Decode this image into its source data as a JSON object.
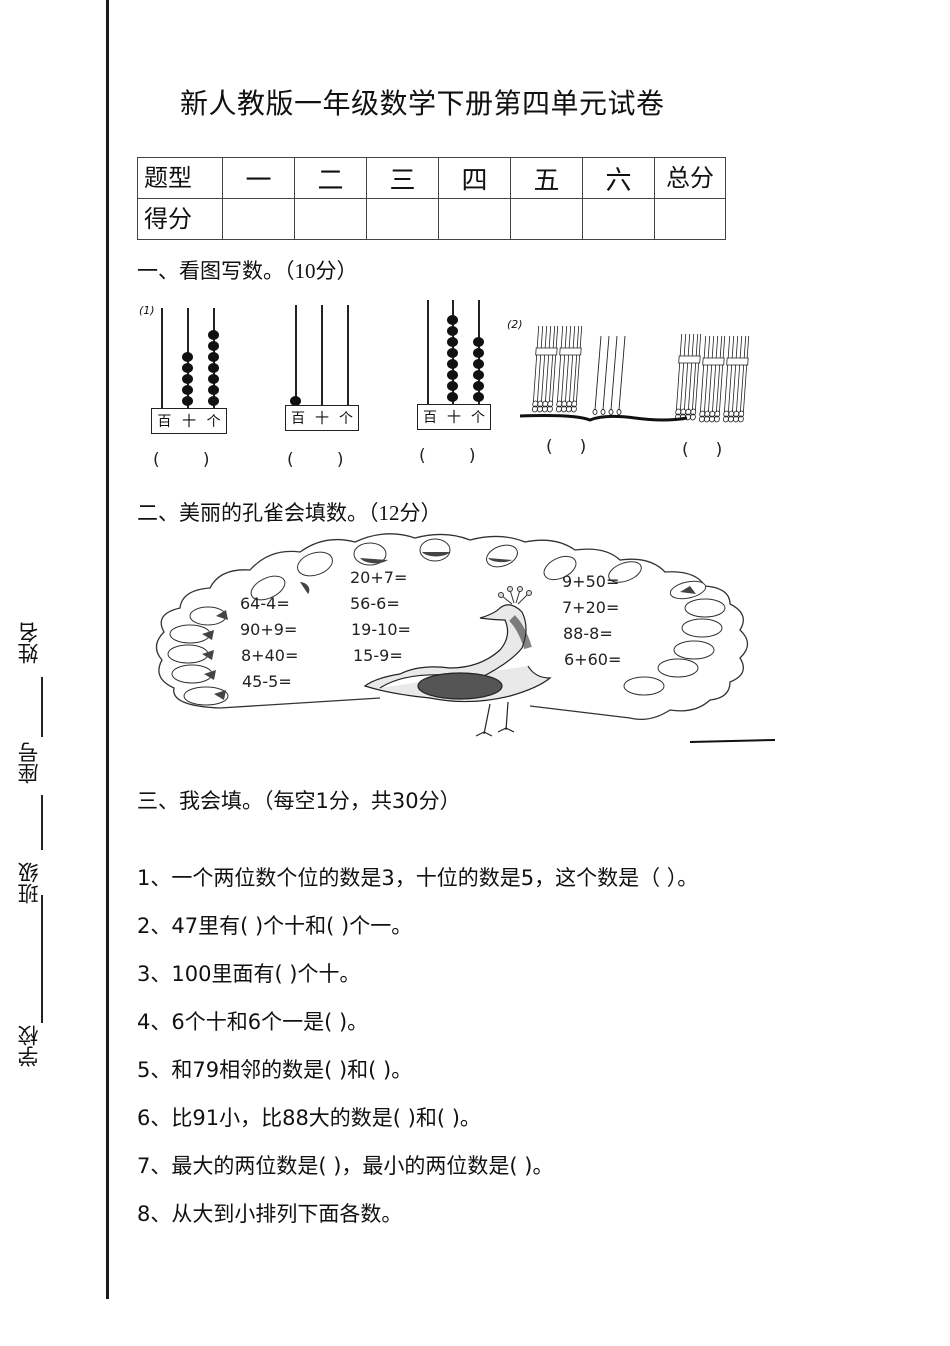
{
  "title": "新人教版一年级数学下册第四单元试卷",
  "binding_margin": {
    "fields": [
      "学校",
      "班级",
      "座号",
      "姓名"
    ]
  },
  "score_table": {
    "header_label": "题型",
    "columns": [
      "一",
      "二",
      "三",
      "四",
      "五",
      "六"
    ],
    "total_label": "总分",
    "score_label": "得分",
    "scores": [
      "",
      "",
      "",
      "",
      "",
      "",
      ""
    ]
  },
  "section1": {
    "heading": "一、看图写数。",
    "points": "（10分）",
    "part1_marker": "(1)",
    "part2_marker": "(2)",
    "abacus_labels": [
      "百",
      "十",
      "个"
    ],
    "abaci": [
      {
        "hundreds": 0,
        "tens": 5,
        "ones": 7,
        "answer": "(        )"
      },
      {
        "hundreds": 1,
        "tens": 0,
        "ones": 0,
        "answer": "(        )"
      },
      {
        "hundreds": 0,
        "tens": 8,
        "ones": 6,
        "answer": "(        )"
      }
    ],
    "stick_groups": [
      {
        "bundles_of_ten": 2,
        "single_sticks": 4,
        "answer": "(     )"
      },
      {
        "bundles_of_ten": 3,
        "single_sticks": 0,
        "answer": "(     )"
      }
    ]
  },
  "section2": {
    "heading": "二、美丽的孔雀会填数。",
    "points": "（12分）",
    "equations_left": [
      "64-4=",
      "90+9=",
      "8+40=",
      "45-5="
    ],
    "equations_middle": [
      "20+7=",
      "56-6=",
      "19-10=",
      "15-9="
    ],
    "equations_right": [
      "9+50=",
      "7+20=",
      "88-8=",
      "6+60="
    ]
  },
  "section3": {
    "heading": "三、我会填。",
    "points": "（每空1分，共30分）",
    "questions": [
      "1、一个两位数个位的数是3，十位的数是5，这个数是（    ）。",
      "2、47里有(    )个十和(    )个一。",
      "3、100里面有(      )个十。",
      "4、6个十和6个一是(      )。",
      "5、和79相邻的数是(      )和(      )。",
      "6、比91小，比88大的数是(      )和(     )。",
      "7、最大的两位数是(      )，最小的两位数是(      )。",
      "8、从大到小排列下面各数。"
    ]
  }
}
